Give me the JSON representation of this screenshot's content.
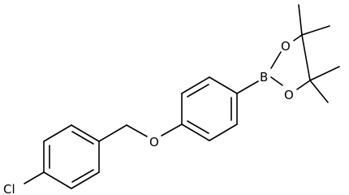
{
  "molecule": {
    "atoms": {
      "chlorine": "Cl",
      "ether_oxygen": "O",
      "boron": "B",
      "ring_oxygen_top": "O",
      "ring_oxygen_bottom": "O"
    }
  },
  "colors": {
    "bond": "#000000",
    "label": "#000000",
    "background": "#ffffff"
  }
}
